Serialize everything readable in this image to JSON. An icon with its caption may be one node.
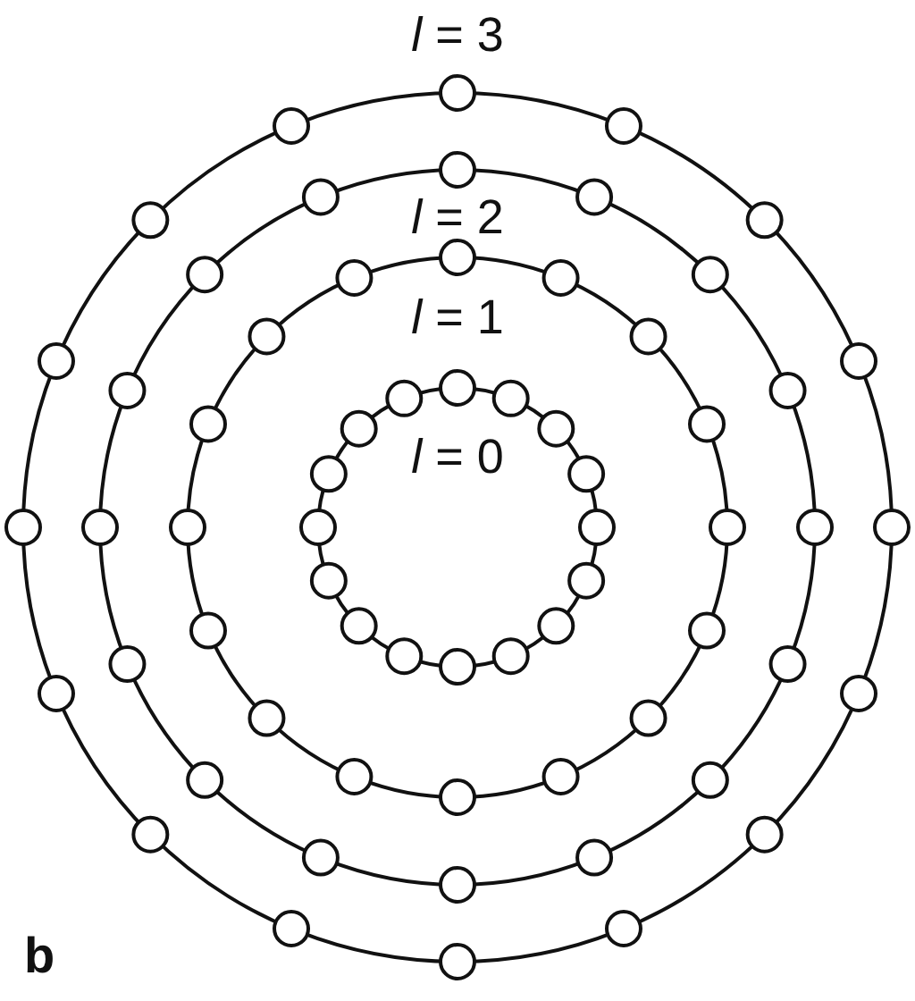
{
  "diagram": {
    "labels": [
      "*l* = 3",
      "*l* = 2",
      "*l* = 1",
      "*l* = 0",
      "b"
    ]
  }
}
